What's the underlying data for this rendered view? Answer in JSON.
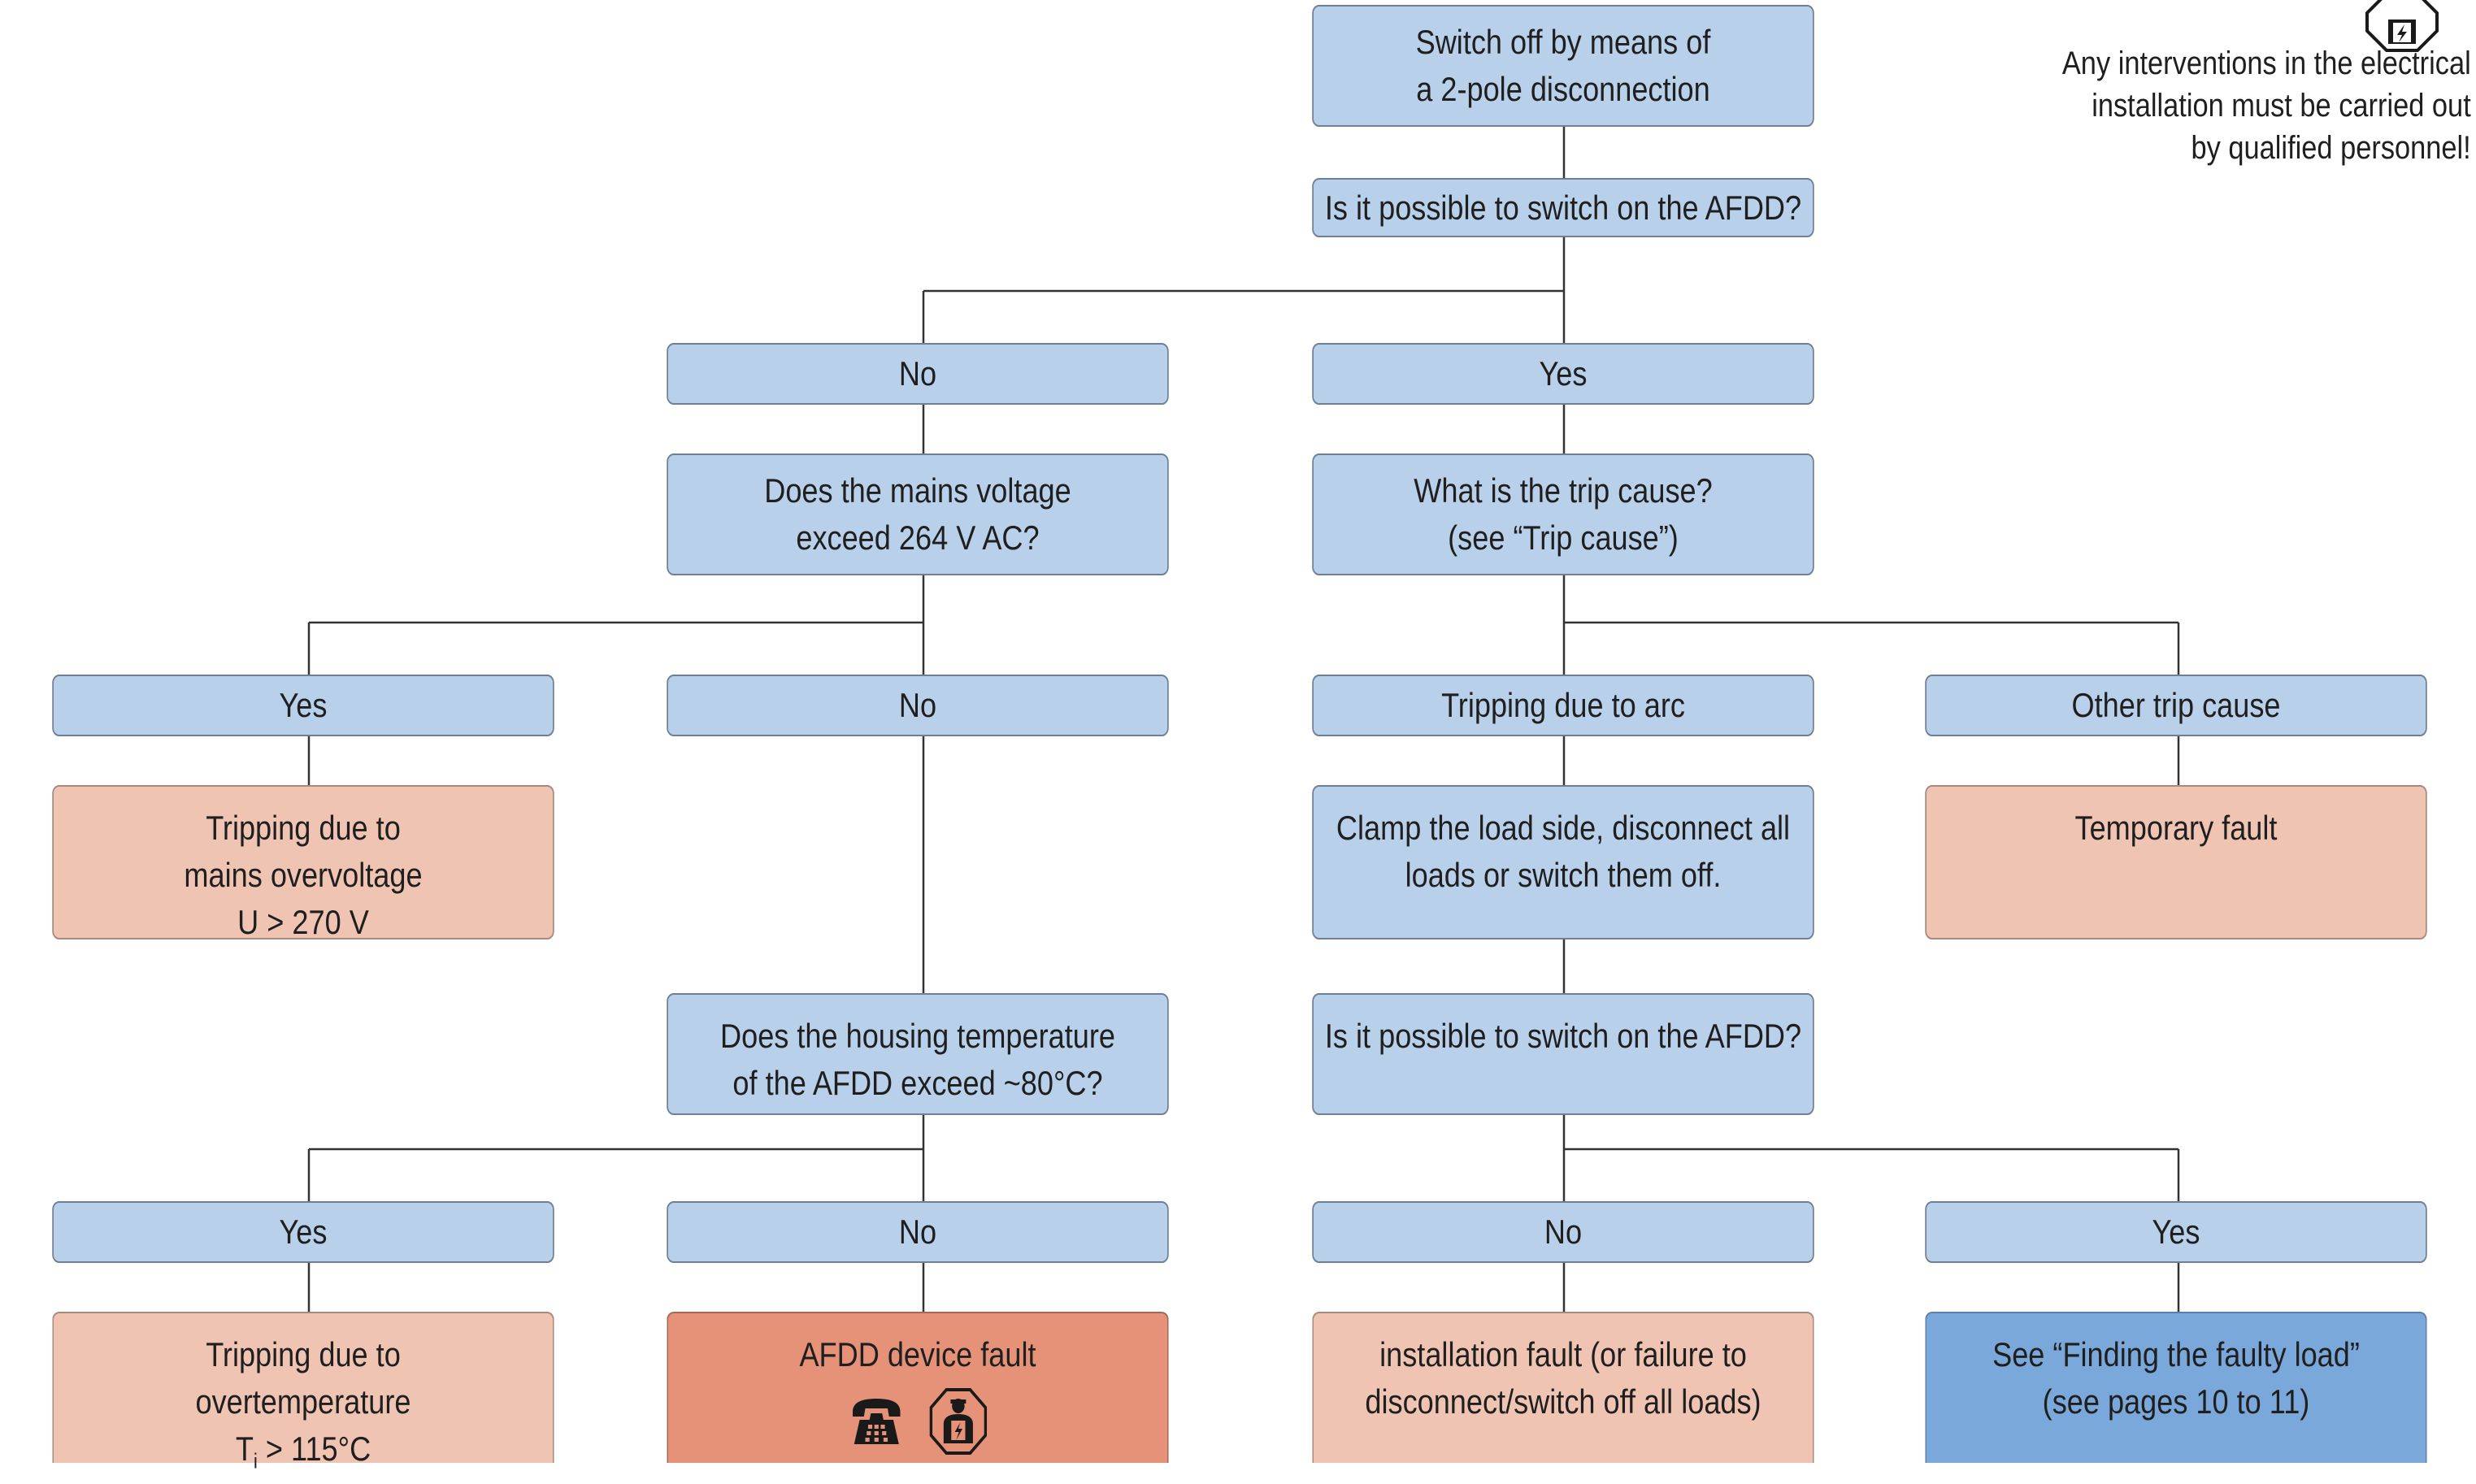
{
  "note": {
    "lines": [
      "Any interventions in the electrical",
      "installation must be carried out",
      "by qualified personnel!"
    ],
    "icon": "electrician-icon"
  },
  "nodes": {
    "switch_off": [
      "Switch off by means of",
      "a 2-pole disconnection"
    ],
    "possible_1": [
      "Is it possible to switch on the AFDD?"
    ],
    "no_1": [
      "No"
    ],
    "yes_1": [
      "Yes"
    ],
    "mains_voltage": [
      "Does the mains voltage",
      "exceed 264 V AC?"
    ],
    "trip_cause": [
      "What is the trip cause?",
      "(see “Trip cause”)"
    ],
    "yes_2": [
      "Yes"
    ],
    "no_2": [
      "No"
    ],
    "arc": [
      "Tripping due to arc"
    ],
    "other": [
      "Other trip cause"
    ],
    "overvoltage": [
      "Tripping due to",
      "mains overvoltage",
      "U > 270 V"
    ],
    "clamp": [
      "Clamp the load side, disconnect all",
      "loads or switch them off."
    ],
    "temporary": [
      "Temporary fault"
    ],
    "housing_temp": [
      "Does the housing temperature",
      "of the AFDD exceed ~80°C?"
    ],
    "possible_2": [
      "Is it possible to switch on the AFDD?"
    ],
    "yes_3": [
      "Yes"
    ],
    "no_3": [
      "No"
    ],
    "no_4": [
      "No"
    ],
    "yes_4": [
      "Yes"
    ],
    "overtemp": {
      "line1": "Tripping due to",
      "line2": "overtemperature",
      "t_prefix": "T",
      "t_sub": "i",
      "t_suffix": " > 115°C"
    },
    "device_fault": {
      "label": "AFDD device fault",
      "icons": [
        "telephone-icon",
        "electrician-icon"
      ]
    },
    "install_fault": [
      "installation fault (or failure to",
      "disconnect/switch off all loads)"
    ],
    "faulty_load": [
      "See “Finding the faulty load”",
      "(see pages 10 to 11)"
    ]
  },
  "colors": {
    "question": "#b8d0ea",
    "result": "#f0c4b2",
    "device_fault": "#e59278",
    "reference": "#7aa8da",
    "connector": "#333333"
  }
}
